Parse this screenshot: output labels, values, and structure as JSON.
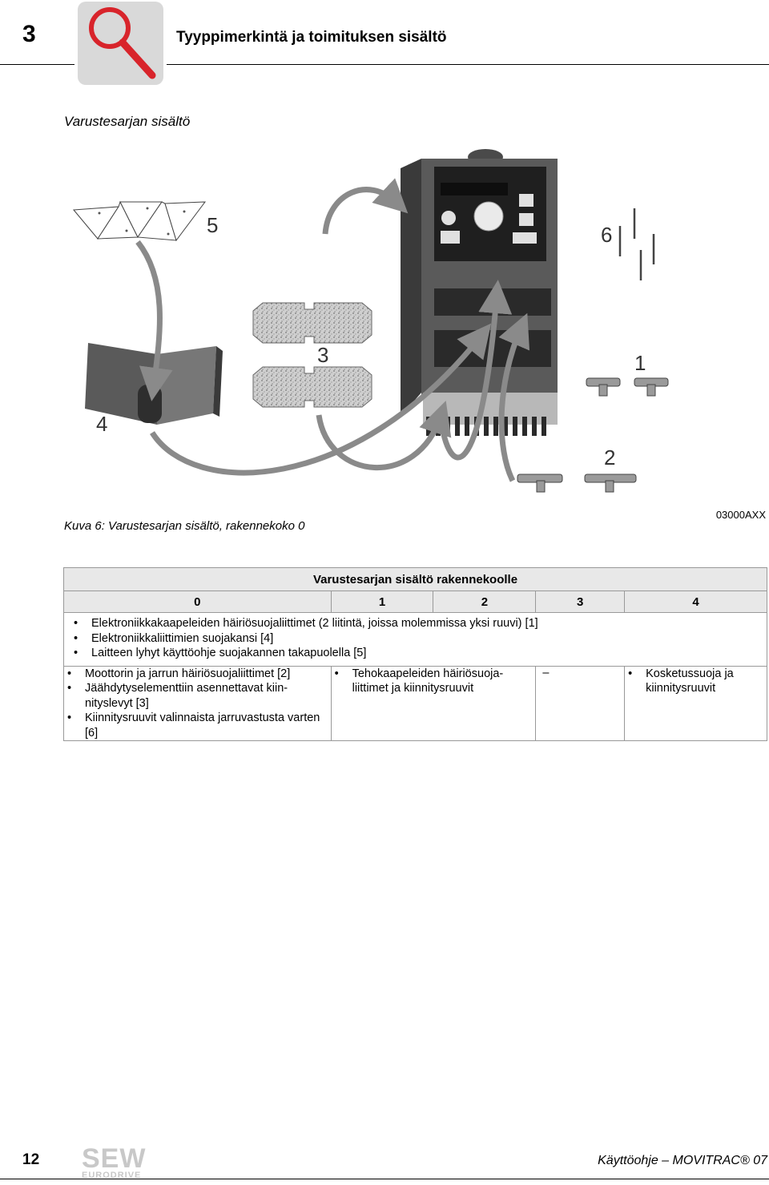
{
  "header": {
    "chapter_number": "3",
    "title": "Tyyppimerkintä ja toimituksen sisältö"
  },
  "section": {
    "title": "Varustesarjan sisältö"
  },
  "figure": {
    "callouts": [
      "5",
      "6",
      "3",
      "1",
      "4",
      "2"
    ],
    "caption": "Kuva 6: Varustesarjan sisältö, rakennekoko 0",
    "code": "03000AXX"
  },
  "table": {
    "title": "Varustesarjan sisältö rakennekoolle",
    "sizes": [
      "0",
      "1",
      "2",
      "3",
      "4"
    ],
    "common_items": [
      "Elektroniikkakaapeleiden häiriösuojaliittimet (2 liitintä, joissa molemmissa yksi ruuvi) [1]",
      "Elektroniikkaliittimien suojakansi [4]",
      "Laitteen lyhyt käyttöohje suojakannen takapuolella [5]"
    ],
    "col0_items": [
      "Moottorin ja jarrun häiriösuojaliittimet [2]",
      "Jäähdytyselementtiin asennettavat kiin-nityslevyt [3]",
      "Kiinnitysruuvit valinnaista jarruvastusta varten [6]"
    ],
    "col12_items": [
      "Tehokaapeleiden häiriösuoja-liittimet ja kiinnitysruuvit"
    ],
    "col3_text": "–",
    "col4_items": [
      "Kosketussuoja ja kiinnitysruuvit"
    ]
  },
  "footer": {
    "page_number": "12",
    "brand_main": "SEW",
    "brand_sub": "EURODRIVE",
    "document": "Käyttöohje – MOVITRAC® 07"
  },
  "colors": {
    "icon_red": "#d8242b",
    "icon_box": "#d9d9d9",
    "table_header": "#e8e8e8",
    "arrow_gray": "#8a8a8a"
  }
}
